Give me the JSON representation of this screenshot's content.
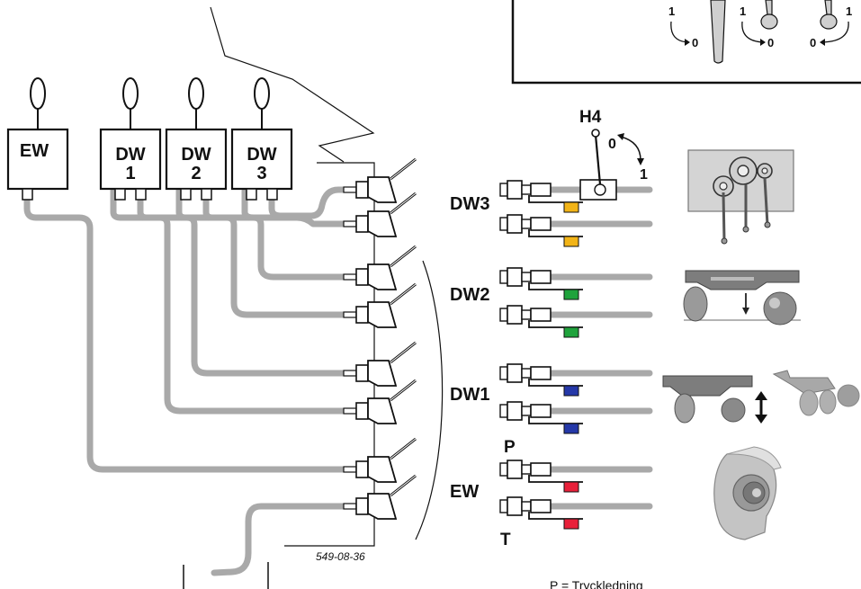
{
  "valves": [
    {
      "line1": "EW",
      "line2": ""
    },
    {
      "line1": "DW",
      "line2": "1"
    },
    {
      "line1": "DW",
      "line2": "2"
    },
    {
      "line1": "DW",
      "line2": "3"
    }
  ],
  "groups": [
    {
      "label": "DW3",
      "color": "#f2b417"
    },
    {
      "label": "DW2",
      "color": "#1fa33c"
    },
    {
      "label": "DW1",
      "color": "#2538a8"
    },
    {
      "label": "EW",
      "color": "#e8203a"
    }
  ],
  "pressure_marker": "P",
  "tank_marker": "T",
  "h4": {
    "label": "H4",
    "pos_open": "0",
    "pos_closed": "1"
  },
  "inset_positions": [
    {
      "a": "1",
      "b": "0"
    },
    {
      "a": "1",
      "b": "0"
    },
    {
      "a": "1",
      "b": "0"
    }
  ],
  "part_number": "549-08-36",
  "legend_text": "P = Tryckledning",
  "colors": {
    "hose": "#a9a9a9",
    "line": "#111111",
    "panel": "#cfcfcf"
  }
}
